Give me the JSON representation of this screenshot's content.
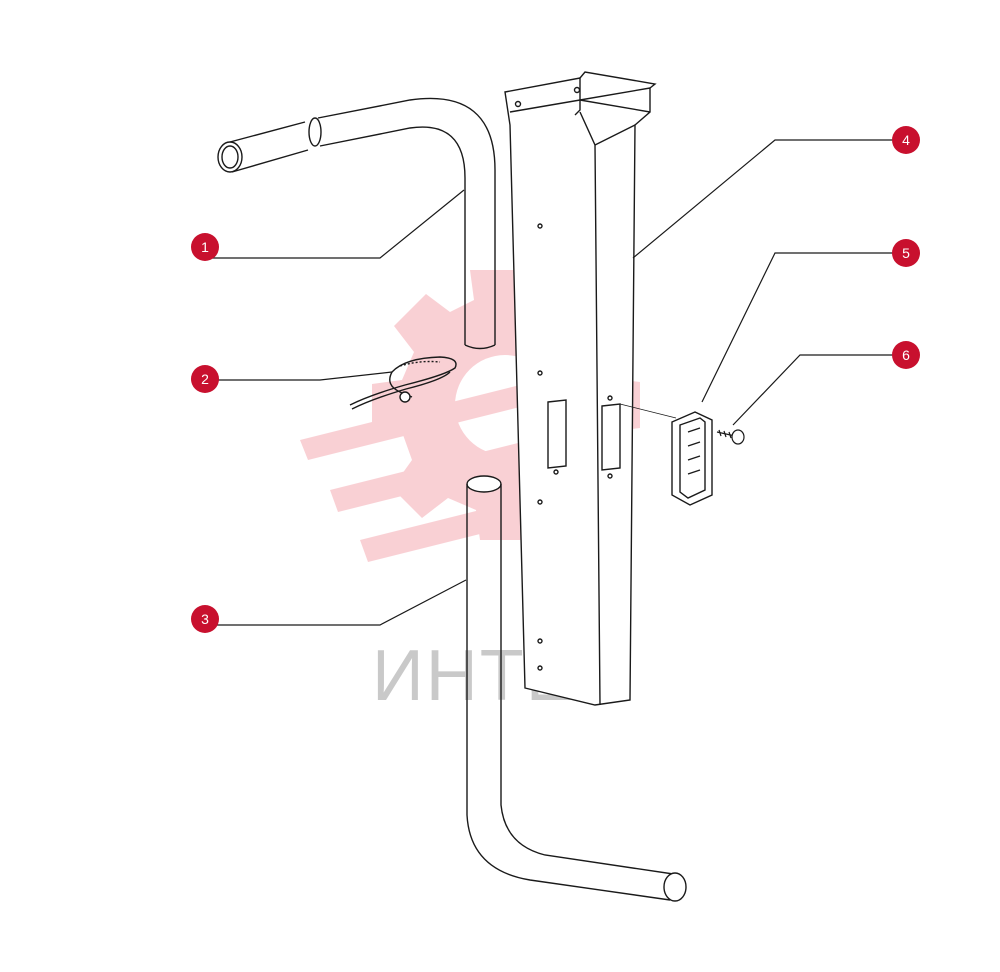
{
  "colors": {
    "callout": "#c8102e",
    "line": "#1a1a1a",
    "watermark": "#f2a0a8"
  },
  "watermark": {
    "text": "ИНТЕХ"
  },
  "callouts": [
    {
      "label": "1"
    },
    {
      "label": "2"
    },
    {
      "label": "3"
    },
    {
      "label": "4"
    },
    {
      "label": "5"
    },
    {
      "label": "6"
    }
  ]
}
